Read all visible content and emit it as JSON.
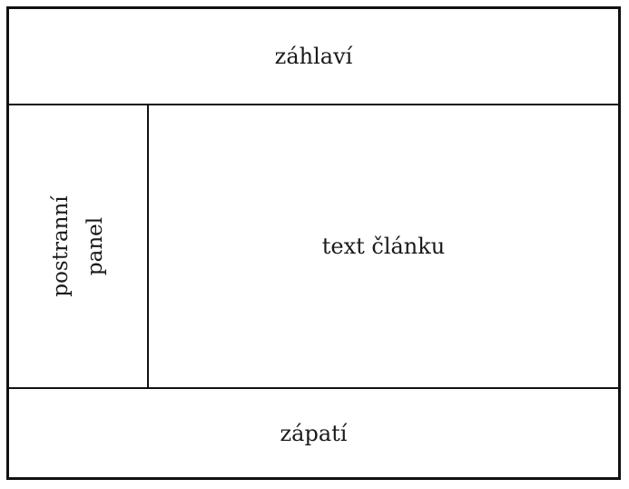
{
  "header": {
    "label": "záhlaví"
  },
  "sidebar": {
    "line1": "postranní",
    "line2": "panel"
  },
  "content": {
    "label": "text článku"
  },
  "footer": {
    "label": "zápatí"
  }
}
